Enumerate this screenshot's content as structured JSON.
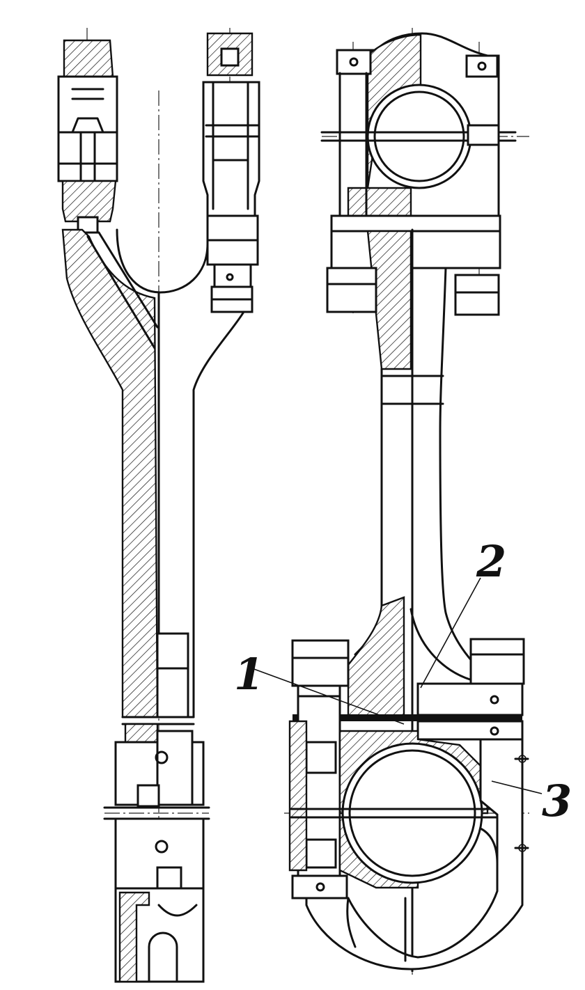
{
  "drawing": {
    "ink_color": "#111111",
    "background_color": "#ffffff",
    "views": [
      "side-section-view",
      "front-section-view"
    ]
  },
  "callouts": [
    {
      "id": "1",
      "label": "1"
    },
    {
      "id": "2",
      "label": "2"
    },
    {
      "id": "3",
      "label": "3"
    }
  ]
}
